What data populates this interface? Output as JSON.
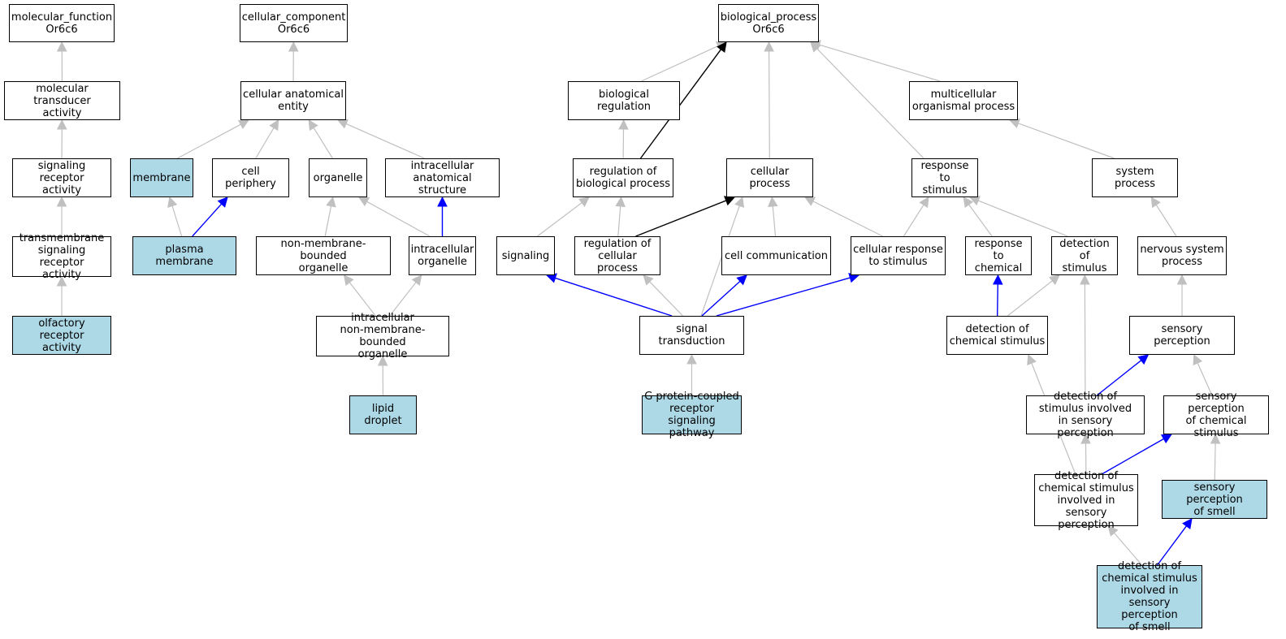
{
  "colors": {
    "highlight_fill": "#add8e6",
    "edge_gray": "#c0c0c0",
    "edge_black": "#000000",
    "edge_blue": "#0000ff"
  },
  "nodes": {
    "mf": {
      "label": "molecular_function\nOr6c6",
      "highlighted": false
    },
    "mta": {
      "label": "molecular transducer\nactivity",
      "highlighted": false
    },
    "sra": {
      "label": "signaling receptor\nactivity",
      "highlighted": false
    },
    "tsra": {
      "label": "transmembrane\nsignaling receptor\nactivity",
      "highlighted": false
    },
    "ora": {
      "label": "olfactory receptor\nactivity",
      "highlighted": true
    },
    "cc": {
      "label": "cellular_component\nOr6c6",
      "highlighted": false
    },
    "cae": {
      "label": "cellular anatomical\nentity",
      "highlighted": false
    },
    "mem": {
      "label": "membrane",
      "highlighted": true
    },
    "cp": {
      "label": "cell periphery",
      "highlighted": false
    },
    "org": {
      "label": "organelle",
      "highlighted": false
    },
    "ias": {
      "label": "intracellular\nanatomical structure",
      "highlighted": false
    },
    "pm": {
      "label": "plasma membrane",
      "highlighted": true
    },
    "nmbo": {
      "label": "non-membrane-bounded\norganelle",
      "highlighted": false
    },
    "io": {
      "label": "intracellular\norganelle",
      "highlighted": false
    },
    "inmbo": {
      "label": "intracellular\nnon-membrane-bounded\norganelle",
      "highlighted": false
    },
    "ld": {
      "label": "lipid droplet",
      "highlighted": true
    },
    "bp": {
      "label": "biological_process\nOr6c6",
      "highlighted": false
    },
    "br": {
      "label": "biological regulation",
      "highlighted": false
    },
    "mop": {
      "label": "multicellular\norganismal process",
      "highlighted": false
    },
    "rbp": {
      "label": "regulation of\nbiological process",
      "highlighted": false
    },
    "cproc": {
      "label": "cellular process",
      "highlighted": false
    },
    "rts": {
      "label": "response to\nstimulus",
      "highlighted": false
    },
    "sp": {
      "label": "system process",
      "highlighted": false
    },
    "sig": {
      "label": "signaling",
      "highlighted": false
    },
    "rcp": {
      "label": "regulation of\ncellular process",
      "highlighted": false
    },
    "cc2": {
      "label": "cell communication",
      "highlighted": false
    },
    "crs": {
      "label": "cellular response\nto stimulus",
      "highlighted": false
    },
    "rtc": {
      "label": "response to\nchemical",
      "highlighted": false
    },
    "dos": {
      "label": "detection of\nstimulus",
      "highlighted": false
    },
    "nsp": {
      "label": "nervous system\nprocess",
      "highlighted": false
    },
    "st": {
      "label": "signal transduction",
      "highlighted": false
    },
    "dcs": {
      "label": "detection of\nchemical stimulus",
      "highlighted": false
    },
    "sperc": {
      "label": "sensory perception",
      "highlighted": false
    },
    "gpcr": {
      "label": "G protein-coupled\nreceptor signaling\npathway",
      "highlighted": true
    },
    "dsisp": {
      "label": "detection of\nstimulus involved\nin sensory perception",
      "highlighted": false
    },
    "spcs": {
      "label": "sensory perception\nof chemical\nstimulus",
      "highlighted": false
    },
    "dcsisp": {
      "label": "detection of\nchemical stimulus\ninvolved in\nsensory perception",
      "highlighted": false
    },
    "spos": {
      "label": "sensory perception\nof smell",
      "highlighted": true
    },
    "dcsispos": {
      "label": "detection of\nchemical stimulus\ninvolved in\nsensory perception\nof smell",
      "highlighted": true
    }
  },
  "edges": [
    {
      "from": "mta",
      "to": "mf",
      "color": "gray"
    },
    {
      "from": "sra",
      "to": "mta",
      "color": "gray"
    },
    {
      "from": "tsra",
      "to": "sra",
      "color": "gray"
    },
    {
      "from": "ora",
      "to": "tsra",
      "color": "gray"
    },
    {
      "from": "cae",
      "to": "cc",
      "color": "gray"
    },
    {
      "from": "mem",
      "to": "cae",
      "color": "gray"
    },
    {
      "from": "cp",
      "to": "cae",
      "color": "gray"
    },
    {
      "from": "org",
      "to": "cae",
      "color": "gray"
    },
    {
      "from": "ias",
      "to": "cae",
      "color": "gray"
    },
    {
      "from": "pm",
      "to": "mem",
      "color": "gray"
    },
    {
      "from": "pm",
      "to": "cp",
      "color": "blue"
    },
    {
      "from": "nmbo",
      "to": "org",
      "color": "gray"
    },
    {
      "from": "io",
      "to": "org",
      "color": "gray"
    },
    {
      "from": "io",
      "to": "ias",
      "color": "blue"
    },
    {
      "from": "inmbo",
      "to": "nmbo",
      "color": "gray"
    },
    {
      "from": "inmbo",
      "to": "io",
      "color": "gray"
    },
    {
      "from": "ld",
      "to": "inmbo",
      "color": "gray"
    },
    {
      "from": "br",
      "to": "bp",
      "color": "gray"
    },
    {
      "from": "rbp",
      "to": "bp",
      "color": "black"
    },
    {
      "from": "cproc",
      "to": "bp",
      "color": "gray"
    },
    {
      "from": "rts",
      "to": "bp",
      "color": "gray"
    },
    {
      "from": "mop",
      "to": "bp",
      "color": "gray"
    },
    {
      "from": "rbp",
      "to": "br",
      "color": "gray"
    },
    {
      "from": "sp",
      "to": "mop",
      "color": "gray"
    },
    {
      "from": "sig",
      "to": "rbp",
      "color": "gray"
    },
    {
      "from": "rcp",
      "to": "rbp",
      "color": "gray"
    },
    {
      "from": "rcp",
      "to": "cproc",
      "color": "black"
    },
    {
      "from": "cc2",
      "to": "cproc",
      "color": "gray"
    },
    {
      "from": "crs",
      "to": "cproc",
      "color": "gray"
    },
    {
      "from": "st",
      "to": "cproc",
      "color": "gray"
    },
    {
      "from": "crs",
      "to": "rts",
      "color": "gray"
    },
    {
      "from": "rtc",
      "to": "rts",
      "color": "gray"
    },
    {
      "from": "dos",
      "to": "rts",
      "color": "gray"
    },
    {
      "from": "nsp",
      "to": "sp",
      "color": "gray"
    },
    {
      "from": "st",
      "to": "sig",
      "color": "blue"
    },
    {
      "from": "st",
      "to": "rcp",
      "color": "gray"
    },
    {
      "from": "st",
      "to": "cc2",
      "color": "blue"
    },
    {
      "from": "st",
      "to": "crs",
      "color": "blue"
    },
    {
      "from": "dcs",
      "to": "rtc",
      "color": "blue"
    },
    {
      "from": "dcs",
      "to": "dos",
      "color": "gray"
    },
    {
      "from": "sperc",
      "to": "nsp",
      "color": "gray"
    },
    {
      "from": "gpcr",
      "to": "st",
      "color": "gray"
    },
    {
      "from": "dsisp",
      "to": "dos",
      "color": "gray"
    },
    {
      "from": "dsisp",
      "to": "sperc",
      "color": "blue"
    },
    {
      "from": "spcs",
      "to": "sperc",
      "color": "gray"
    },
    {
      "from": "dcsisp",
      "to": "dcs",
      "color": "gray"
    },
    {
      "from": "dcsisp",
      "to": "dsisp",
      "color": "gray"
    },
    {
      "from": "dcsisp",
      "to": "spcs",
      "color": "blue"
    },
    {
      "from": "spos",
      "to": "spcs",
      "color": "gray"
    },
    {
      "from": "dcsispos",
      "to": "dcsisp",
      "color": "gray"
    },
    {
      "from": "dcsispos",
      "to": "spos",
      "color": "blue"
    }
  ]
}
